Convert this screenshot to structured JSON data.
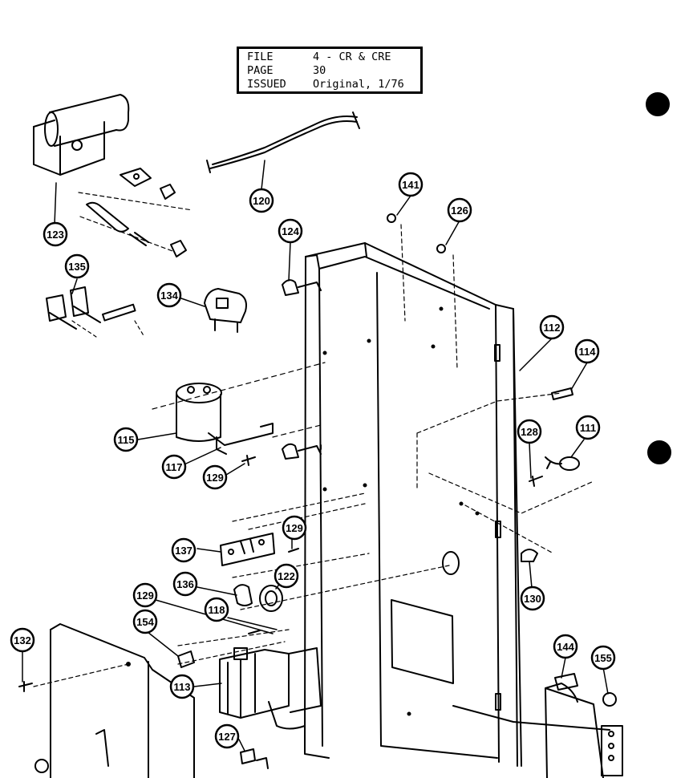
{
  "title_block": {
    "rows": [
      {
        "label": "FILE",
        "value": "4 - CR & CRE"
      },
      {
        "label": "PAGE",
        "value": "30"
      },
      {
        "label": "ISSUED",
        "value": "Original, 1/76"
      }
    ]
  },
  "callouts": [
    "123",
    "120",
    "141",
    "126",
    "124",
    "135",
    "134",
    "112",
    "114",
    "115",
    "117",
    "129",
    "128",
    "111",
    "137",
    "129",
    "136",
    "122",
    "130",
    "132",
    "154",
    "129",
    "118",
    "113",
    "144",
    "155",
    "127"
  ]
}
